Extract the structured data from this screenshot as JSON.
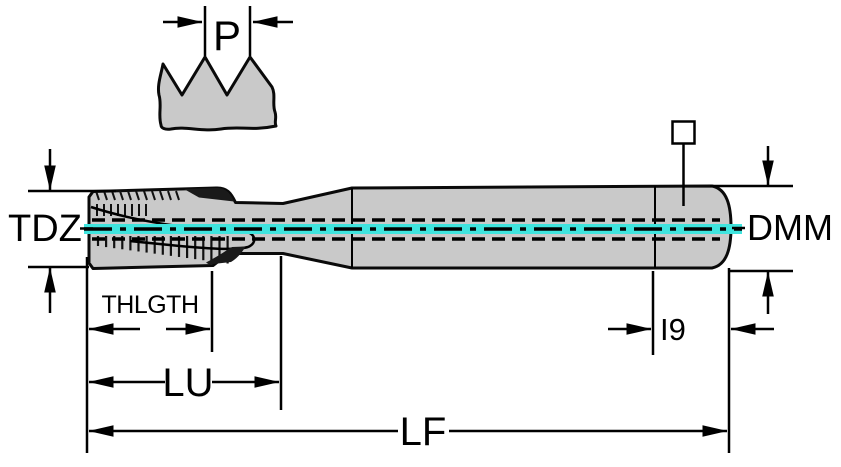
{
  "diagram": {
    "labels": {
      "pitch": "P",
      "thread_diameter": "TDZ",
      "shank_diameter": "DMM",
      "thread_length": "THLGTH",
      "usable_length": "LU",
      "square_drive_length": "I9",
      "overall_length": "LF"
    },
    "colors": {
      "centerline_highlight": "#3FE4DE",
      "body_fill": "#C9C9C9",
      "line": "#000000",
      "background": "#FFFFFF"
    }
  }
}
